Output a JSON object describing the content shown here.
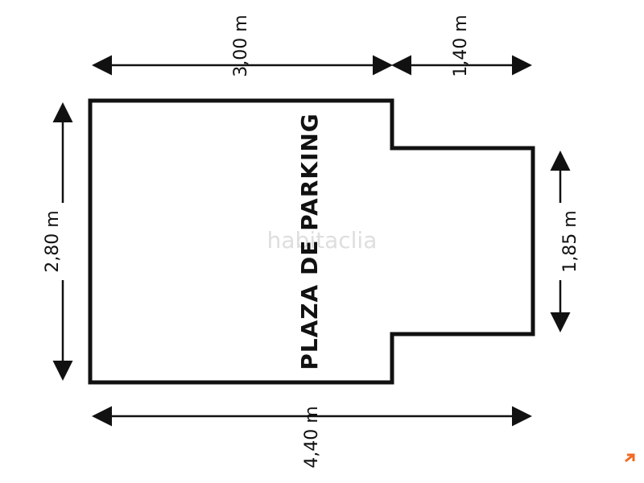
{
  "plan": {
    "room_label": "PLAZA DE PARKING",
    "watermark": "habitaclia",
    "dimensions": {
      "top_main": "3,00 m",
      "top_annex": "1,40 m",
      "left_height": "2,80 m",
      "right_height": "1,85 m",
      "bottom_total": "4,40 m"
    }
  },
  "colors": {
    "line": "#111111",
    "watermark": "#d6d6d6",
    "corner_mark": "#f26a21"
  },
  "icons": {
    "corner": "arrow-up-right-icon"
  }
}
